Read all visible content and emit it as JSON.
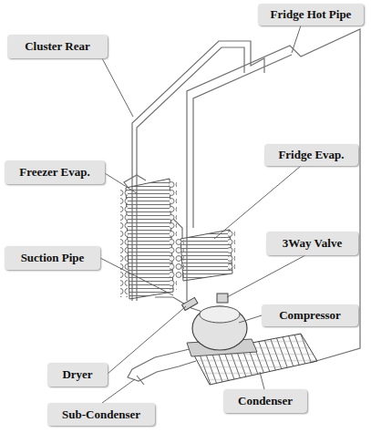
{
  "diagram": {
    "nodes": [
      {
        "text": [
          "Fridge Hot Pipe"
        ]
      },
      {
        "text": [
          "Cluster Rear"
        ]
      },
      {
        "text": [
          "Fridge Evap."
        ]
      },
      {
        "text": [
          "Freezer Evap."
        ]
      },
      {
        "text": [
          "3Way Valve"
        ]
      },
      {
        "text": [
          "Suction Pipe"
        ]
      },
      {
        "text": [
          "Compressor"
        ]
      },
      {
        "text": [
          "Dryer"
        ]
      },
      {
        "text": [
          "Condenser"
        ]
      },
      {
        "text": [
          "Sub-Condenser"
        ]
      }
    ]
  }
}
